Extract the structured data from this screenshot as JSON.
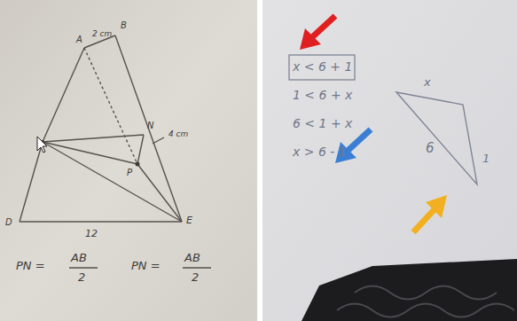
{
  "diagram": {
    "labels": [
      "A",
      "2 cm",
      "B",
      "N",
      "4 cm",
      "P",
      "D",
      "E",
      "12",
      "PN =",
      "AB",
      "2",
      "PN =",
      "AB",
      "2",
      "x < 6 + 1",
      "1 < 6 + x",
      "6 < 1 + x",
      "x > 6 - 1",
      "x",
      "6",
      "1"
    ]
  }
}
